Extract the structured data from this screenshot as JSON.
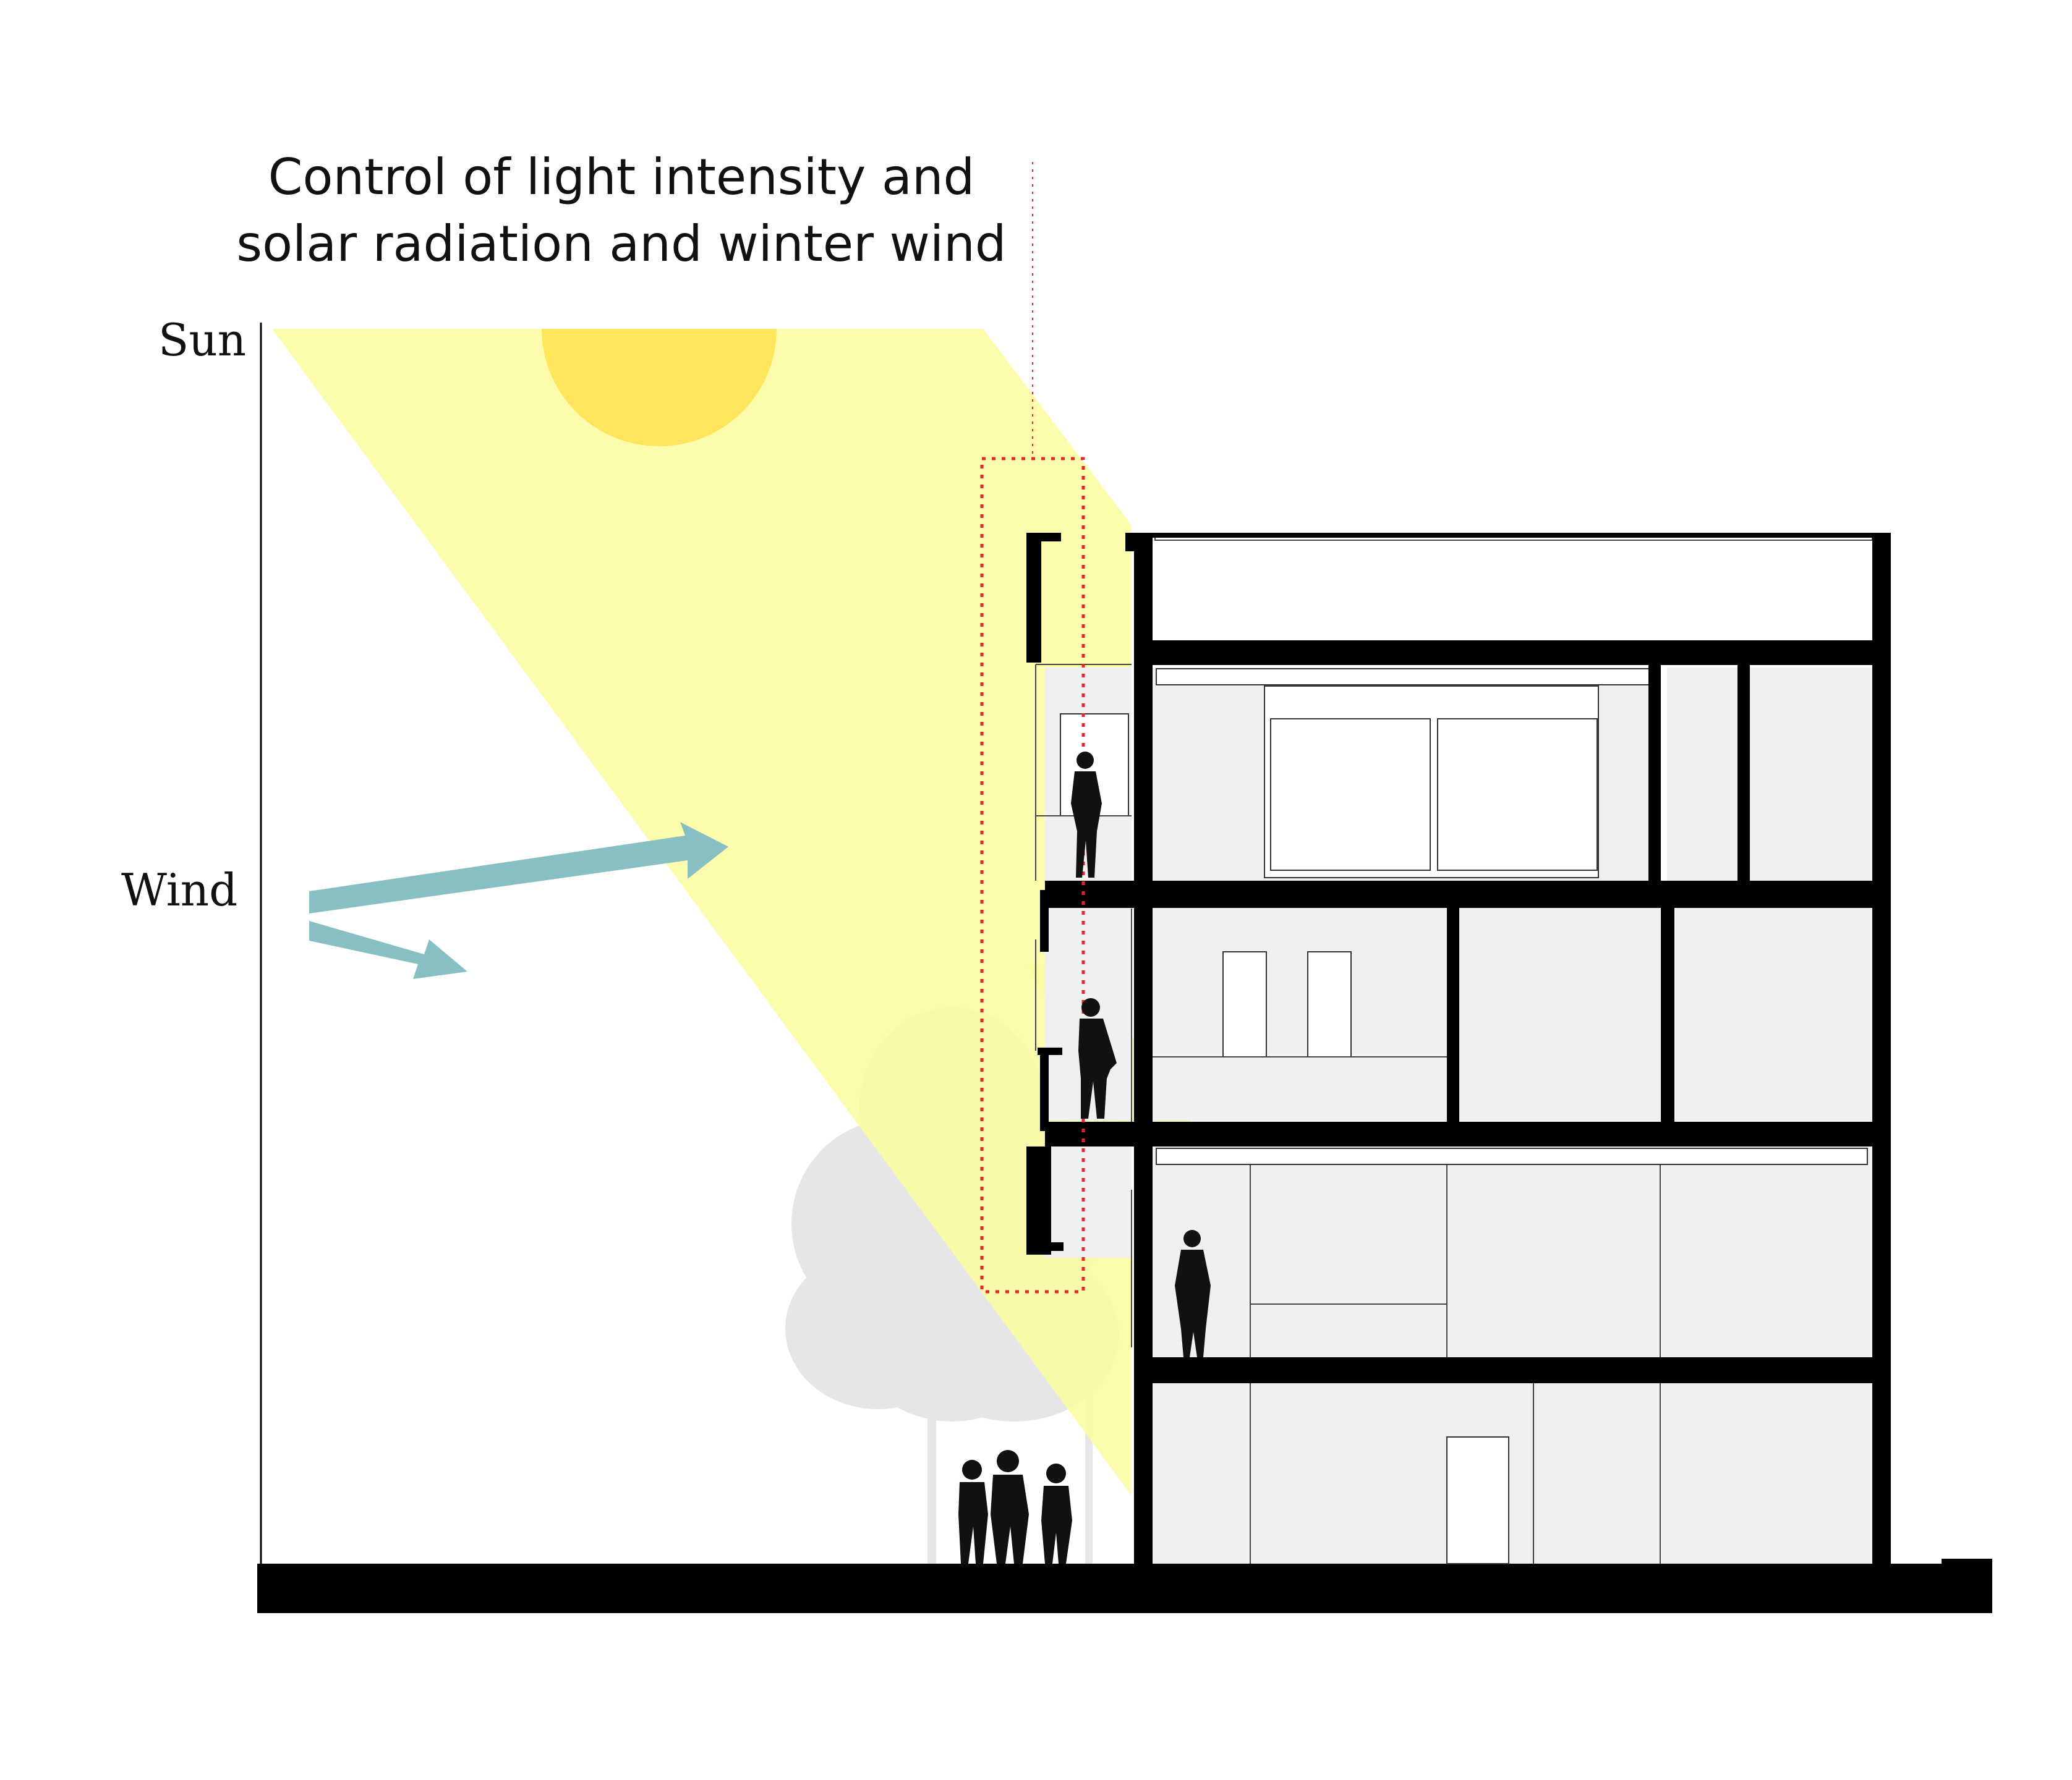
{
  "title": {
    "line1": "Control of light intensity and",
    "line2": "solar radiation and winter wind"
  },
  "labels": {
    "sun": "Sun",
    "wind": "Wind"
  },
  "colors": {
    "sun": "#FFE55C",
    "sun_beam": "#FDFBA0",
    "wind_arrow": "#88BFC2",
    "highlight_box": "#E8242C",
    "structure": "#000000",
    "room_fill": "#F0F0F0",
    "tree": "#E4E4E4"
  },
  "icons": {
    "sun": "sun-disc-icon",
    "wind": "wind-arrow-icon",
    "people": "person-silhouette-icon",
    "tree": "tree-icon"
  }
}
